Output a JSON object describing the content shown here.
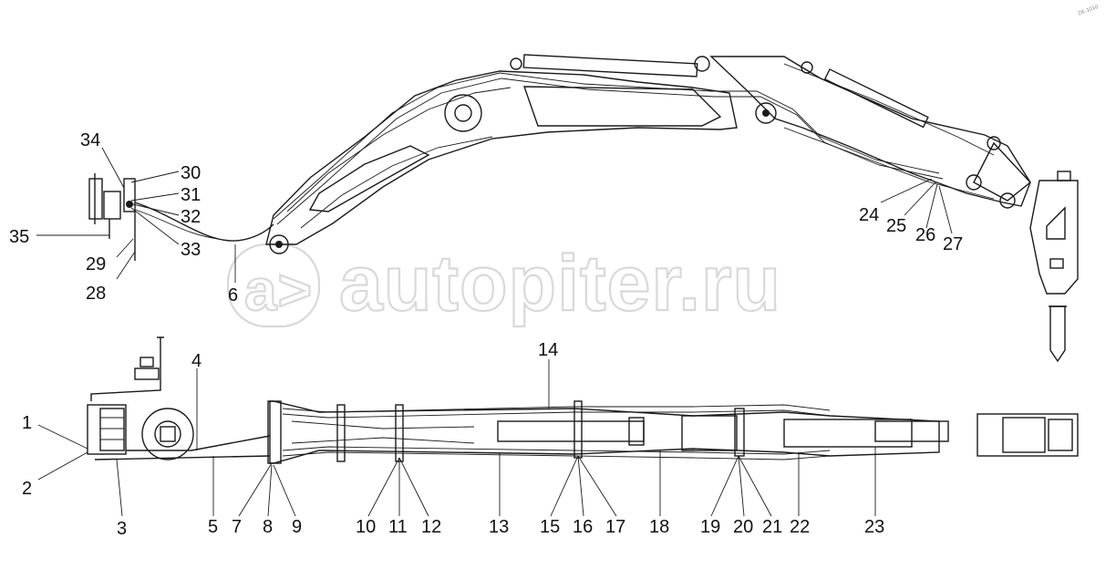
{
  "watermark": {
    "text": "autopiter.ru",
    "badge": "a>"
  },
  "corner_note": "ZK-1010",
  "callouts": [
    {
      "id": "c1",
      "label": "1"
    },
    {
      "id": "c2",
      "label": "2"
    },
    {
      "id": "c3",
      "label": "3"
    },
    {
      "id": "c4",
      "label": "4"
    },
    {
      "id": "c5",
      "label": "5"
    },
    {
      "id": "c6",
      "label": "6"
    },
    {
      "id": "c7",
      "label": "7"
    },
    {
      "id": "c8",
      "label": "8"
    },
    {
      "id": "c9",
      "label": "9"
    },
    {
      "id": "c10",
      "label": "10"
    },
    {
      "id": "c11",
      "label": "11"
    },
    {
      "id": "c12",
      "label": "12"
    },
    {
      "id": "c13",
      "label": "13"
    },
    {
      "id": "c14",
      "label": "14"
    },
    {
      "id": "c15",
      "label": "15"
    },
    {
      "id": "c16",
      "label": "16"
    },
    {
      "id": "c17",
      "label": "17"
    },
    {
      "id": "c18",
      "label": "18"
    },
    {
      "id": "c19",
      "label": "19"
    },
    {
      "id": "c20",
      "label": "20"
    },
    {
      "id": "c21",
      "label": "21"
    },
    {
      "id": "c22",
      "label": "22"
    },
    {
      "id": "c23",
      "label": "23"
    },
    {
      "id": "c24",
      "label": "24"
    },
    {
      "id": "c25",
      "label": "25"
    },
    {
      "id": "c26",
      "label": "26"
    },
    {
      "id": "c27",
      "label": "27"
    },
    {
      "id": "c28",
      "label": "28"
    },
    {
      "id": "c29",
      "label": "29"
    },
    {
      "id": "c30",
      "label": "30"
    },
    {
      "id": "c31",
      "label": "31"
    },
    {
      "id": "c32",
      "label": "32"
    },
    {
      "id": "c33",
      "label": "33"
    },
    {
      "id": "c34",
      "label": "34"
    },
    {
      "id": "c35",
      "label": "35"
    }
  ]
}
